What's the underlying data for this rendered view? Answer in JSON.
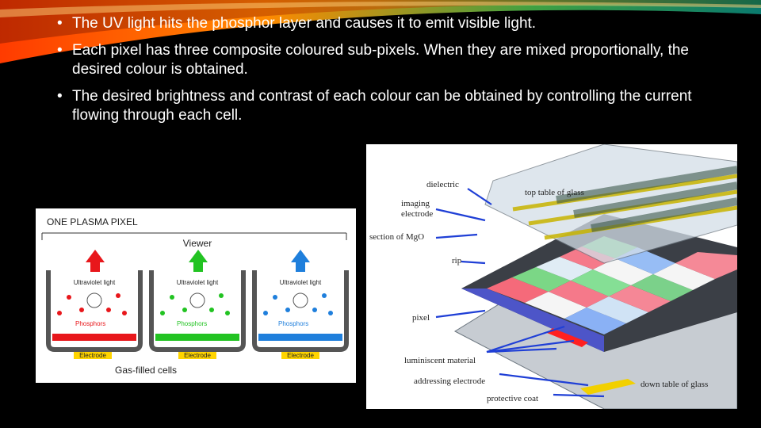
{
  "bullets": [
    "The UV light hits the phosphor layer and causes it to emit visible light.",
    "Each pixel has three composite coloured sub-pixels. When they are mixed proportionally, the desired colour is obtained.",
    "The desired brightness and contrast of each colour can be obtained by controlling the current flowing through each cell."
  ],
  "pixel_figure": {
    "title": "ONE PLASMA PIXEL",
    "viewer": "Viewer",
    "uv_label": "Ultraviolet light",
    "phosphor_label": "Phosphors",
    "electrode_label": "Electrode",
    "caption": "Gas-filled cells",
    "cells": [
      {
        "color": "#e8171b"
      },
      {
        "color": "#22c322"
      },
      {
        "color": "#1f7fdc"
      }
    ]
  },
  "panel_figure": {
    "labels": {
      "dielectric": "dielectric",
      "imaging_1": "imaging",
      "imaging_2": "electrode",
      "top_glass": "top table of glass",
      "mgo": "section of MgO",
      "rip": "rip",
      "pixel": "pixel",
      "luminescent": "luminiscent material",
      "addressing": "addressing electrode",
      "protective": "protective coat",
      "down_glass": "down table of glass"
    }
  },
  "colors": {
    "background": "#000000",
    "text": "#ffffff"
  }
}
